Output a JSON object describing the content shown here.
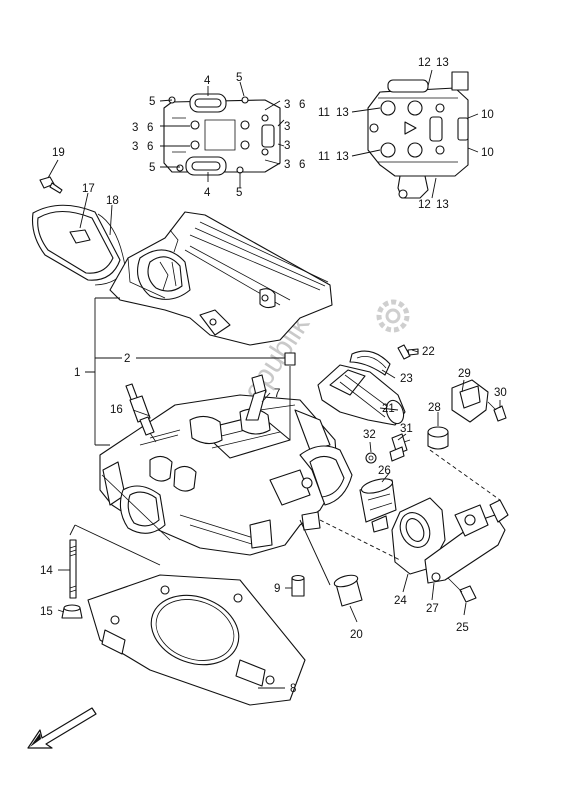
{
  "watermark": "Partsrepublik",
  "callouts": {
    "c1": "1",
    "c2": "2",
    "c3": "3",
    "c4": "4",
    "c5": "5",
    "c6": "6",
    "c7": "7",
    "c8": "8",
    "c9": "9",
    "c10": "10",
    "c11": "11",
    "c12": "12",
    "c13": "13",
    "c14": "14",
    "c15": "15",
    "c16": "16",
    "c17": "17",
    "c18": "18",
    "c19": "19",
    "c20": "20",
    "c21": "21",
    "c22": "22",
    "c23": "23",
    "c24": "24",
    "c25": "25",
    "c26": "26",
    "c27": "27",
    "c28": "28",
    "c29": "29",
    "c30": "30",
    "c31": "31",
    "c32": "32"
  },
  "icons": {
    "front_arrow": "front-direction-arrow-icon",
    "watermark_gear": "gear-icon"
  }
}
